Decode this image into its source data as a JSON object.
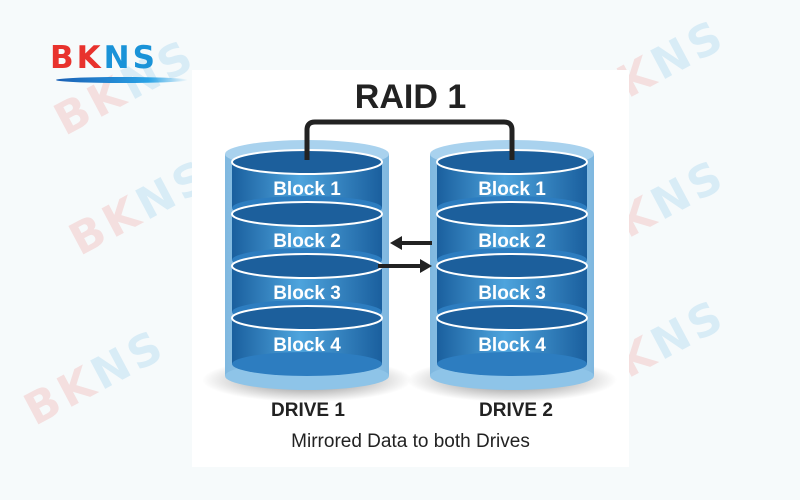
{
  "logo": {
    "brand_red": "BK",
    "brand_blue": "NS",
    "colors": {
      "red": "#e8322d",
      "blue": "#1a93d8"
    }
  },
  "watermark": {
    "red": "BK",
    "blue": "NS"
  },
  "diagram": {
    "title": "RAID 1",
    "drives": [
      {
        "label": "DRIVE 1",
        "blocks": [
          "Block 1",
          "Block 2",
          "Block 3",
          "Block 4"
        ]
      },
      {
        "label": "DRIVE 2",
        "blocks": [
          "Block 1",
          "Block 2",
          "Block 3",
          "Block 4"
        ]
      }
    ],
    "arrows": [
      "left-arrow",
      "right-arrow"
    ],
    "caption": "Mirrored Data to both Drives",
    "colors": {
      "disk": "#1f6fb2",
      "disk_light": "#4a9fd8",
      "casing": "#8ec4e8",
      "text": "#222222"
    }
  }
}
